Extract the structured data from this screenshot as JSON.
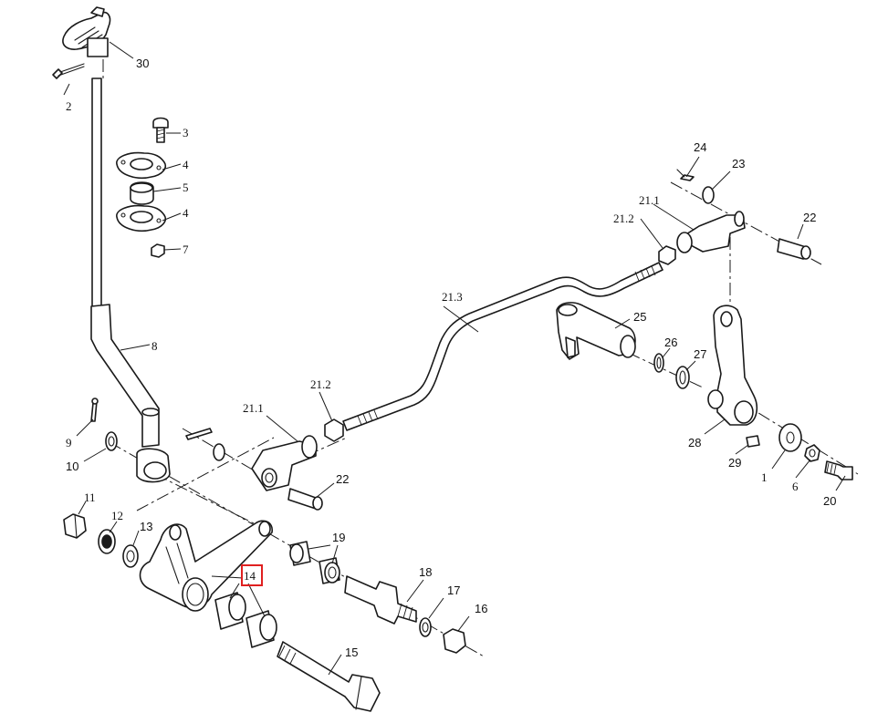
{
  "diagram": {
    "callouts": {
      "c1": "1",
      "c2": "2",
      "c3": "3",
      "c4a": "4",
      "c4b": "4",
      "c5": "5",
      "c6": "6",
      "c7": "7",
      "c8": "8",
      "c9": "9",
      "c10": "10",
      "c11": "11",
      "c12": "12",
      "c13": "13",
      "c14": "14",
      "c15": "15",
      "c16": "16",
      "c17": "17",
      "c18": "18",
      "c19": "19",
      "c20": "20",
      "c21_1_top": "21.1",
      "c21_2_top": "21.2",
      "c21_3": "21.3",
      "c21_1_bottom": "21.1",
      "c21_2_bottom": "21.2",
      "c22_top": "22",
      "c22_bottom": "22",
      "c23": "23",
      "c24": "24",
      "c25": "25",
      "c26": "26",
      "c27": "27",
      "c28": "28",
      "c29": "29",
      "c30": "30"
    },
    "highlighted_callout": "14",
    "highlight_color": "#e02020",
    "line_color": "#1a1a1a",
    "background": "#ffffff"
  }
}
